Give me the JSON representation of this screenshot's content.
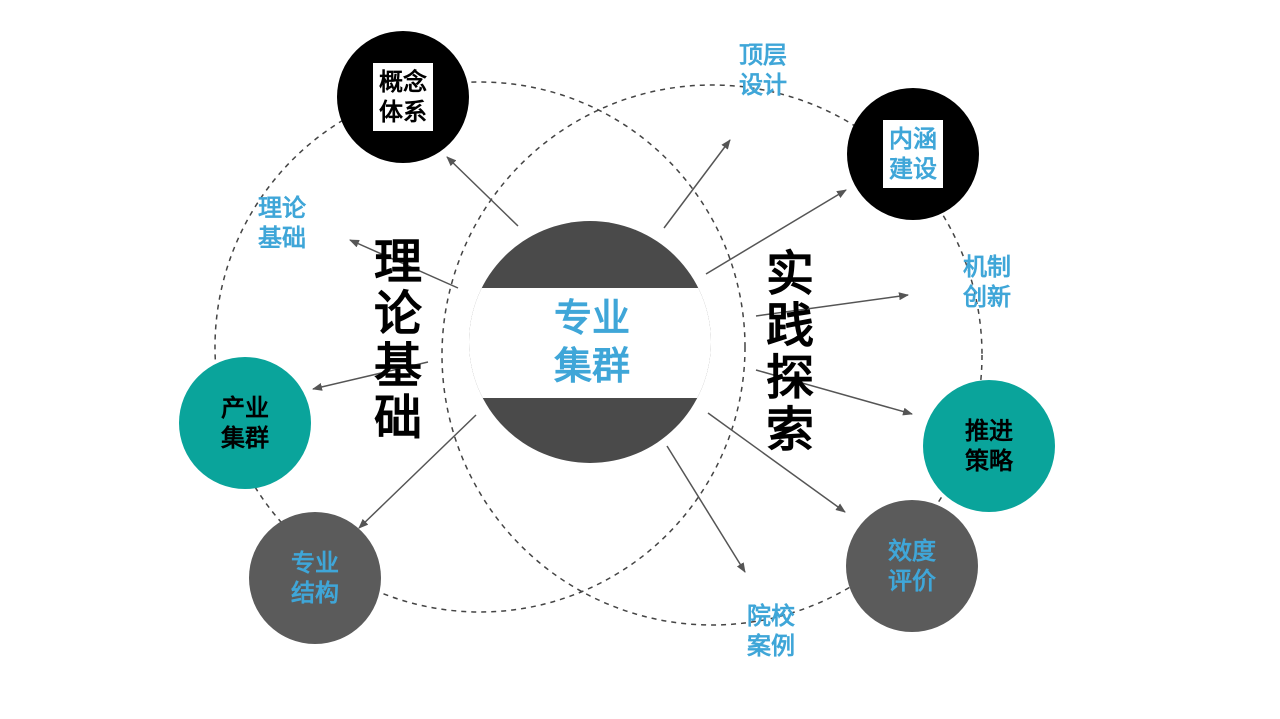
{
  "colors": {
    "blue": "#3fa6d8",
    "black": "#000000",
    "teal": "#0aa49b",
    "dark_gray": "#5b5b5b",
    "center_gray": "#4a4a4a",
    "line": "#555555"
  },
  "center": {
    "label": "专业\n集群"
  },
  "left_title": "理\n论\n基\n础",
  "right_title": "实\n践\n探\n索",
  "nodes": {
    "concept_system": {
      "label": "概念\n体系"
    },
    "connotation_building": {
      "label": "内涵\n建设"
    },
    "industry_cluster": {
      "label": "产业\n集群"
    },
    "promotion_strategy": {
      "label": "推进\n策略"
    },
    "major_structure": {
      "label": "专业\n结构"
    },
    "effectiveness_eval": {
      "label": "效度\n评价"
    }
  },
  "labels": {
    "theory_basis": "理论\n基础",
    "top_design": "顶层\n设计",
    "mechanism_innovation": "机制\n创新",
    "college_cases": "院校\n案例"
  }
}
